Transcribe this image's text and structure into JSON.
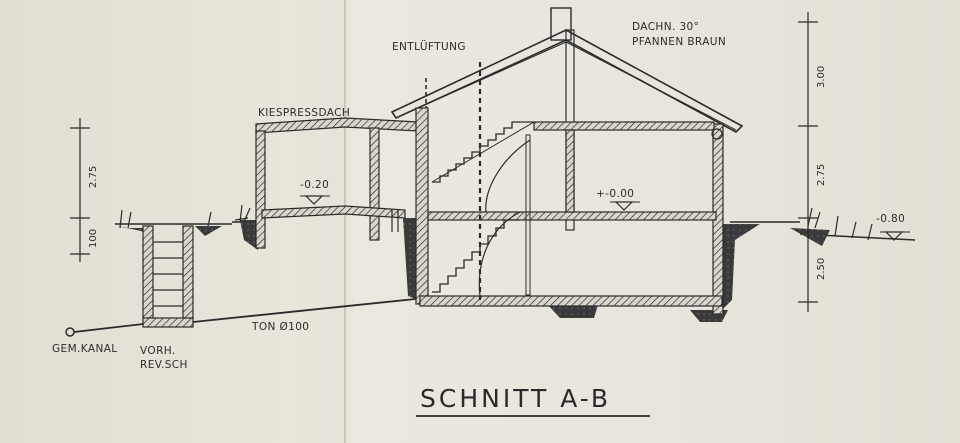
{
  "title": "SCHNITT A-B",
  "labels": {
    "roof_note_1": "DACHN. 30°",
    "roof_note_2": "PFANNEN BRAUN",
    "ventilation": "ENTLÜFTUNG",
    "flat_roof": "KIESPRESSDACH",
    "level_patio": "-0.20",
    "level_ground_floor": "+-0.00",
    "level_garden": "-0.80",
    "pipe": "TON Ø100",
    "sewer": "GEM.KANAL",
    "inspection_1": "VORH.",
    "inspection_2": "REV.SCH"
  },
  "dimensions": {
    "right_top": "3.00",
    "right_mid": "2.75",
    "right_bottom": "2.50",
    "left_top": "2.75",
    "left_bottom": "100"
  },
  "colors": {
    "paper": "#e4e1d6",
    "ink": "#2b2b2b",
    "earth": "#3a3a3a"
  }
}
